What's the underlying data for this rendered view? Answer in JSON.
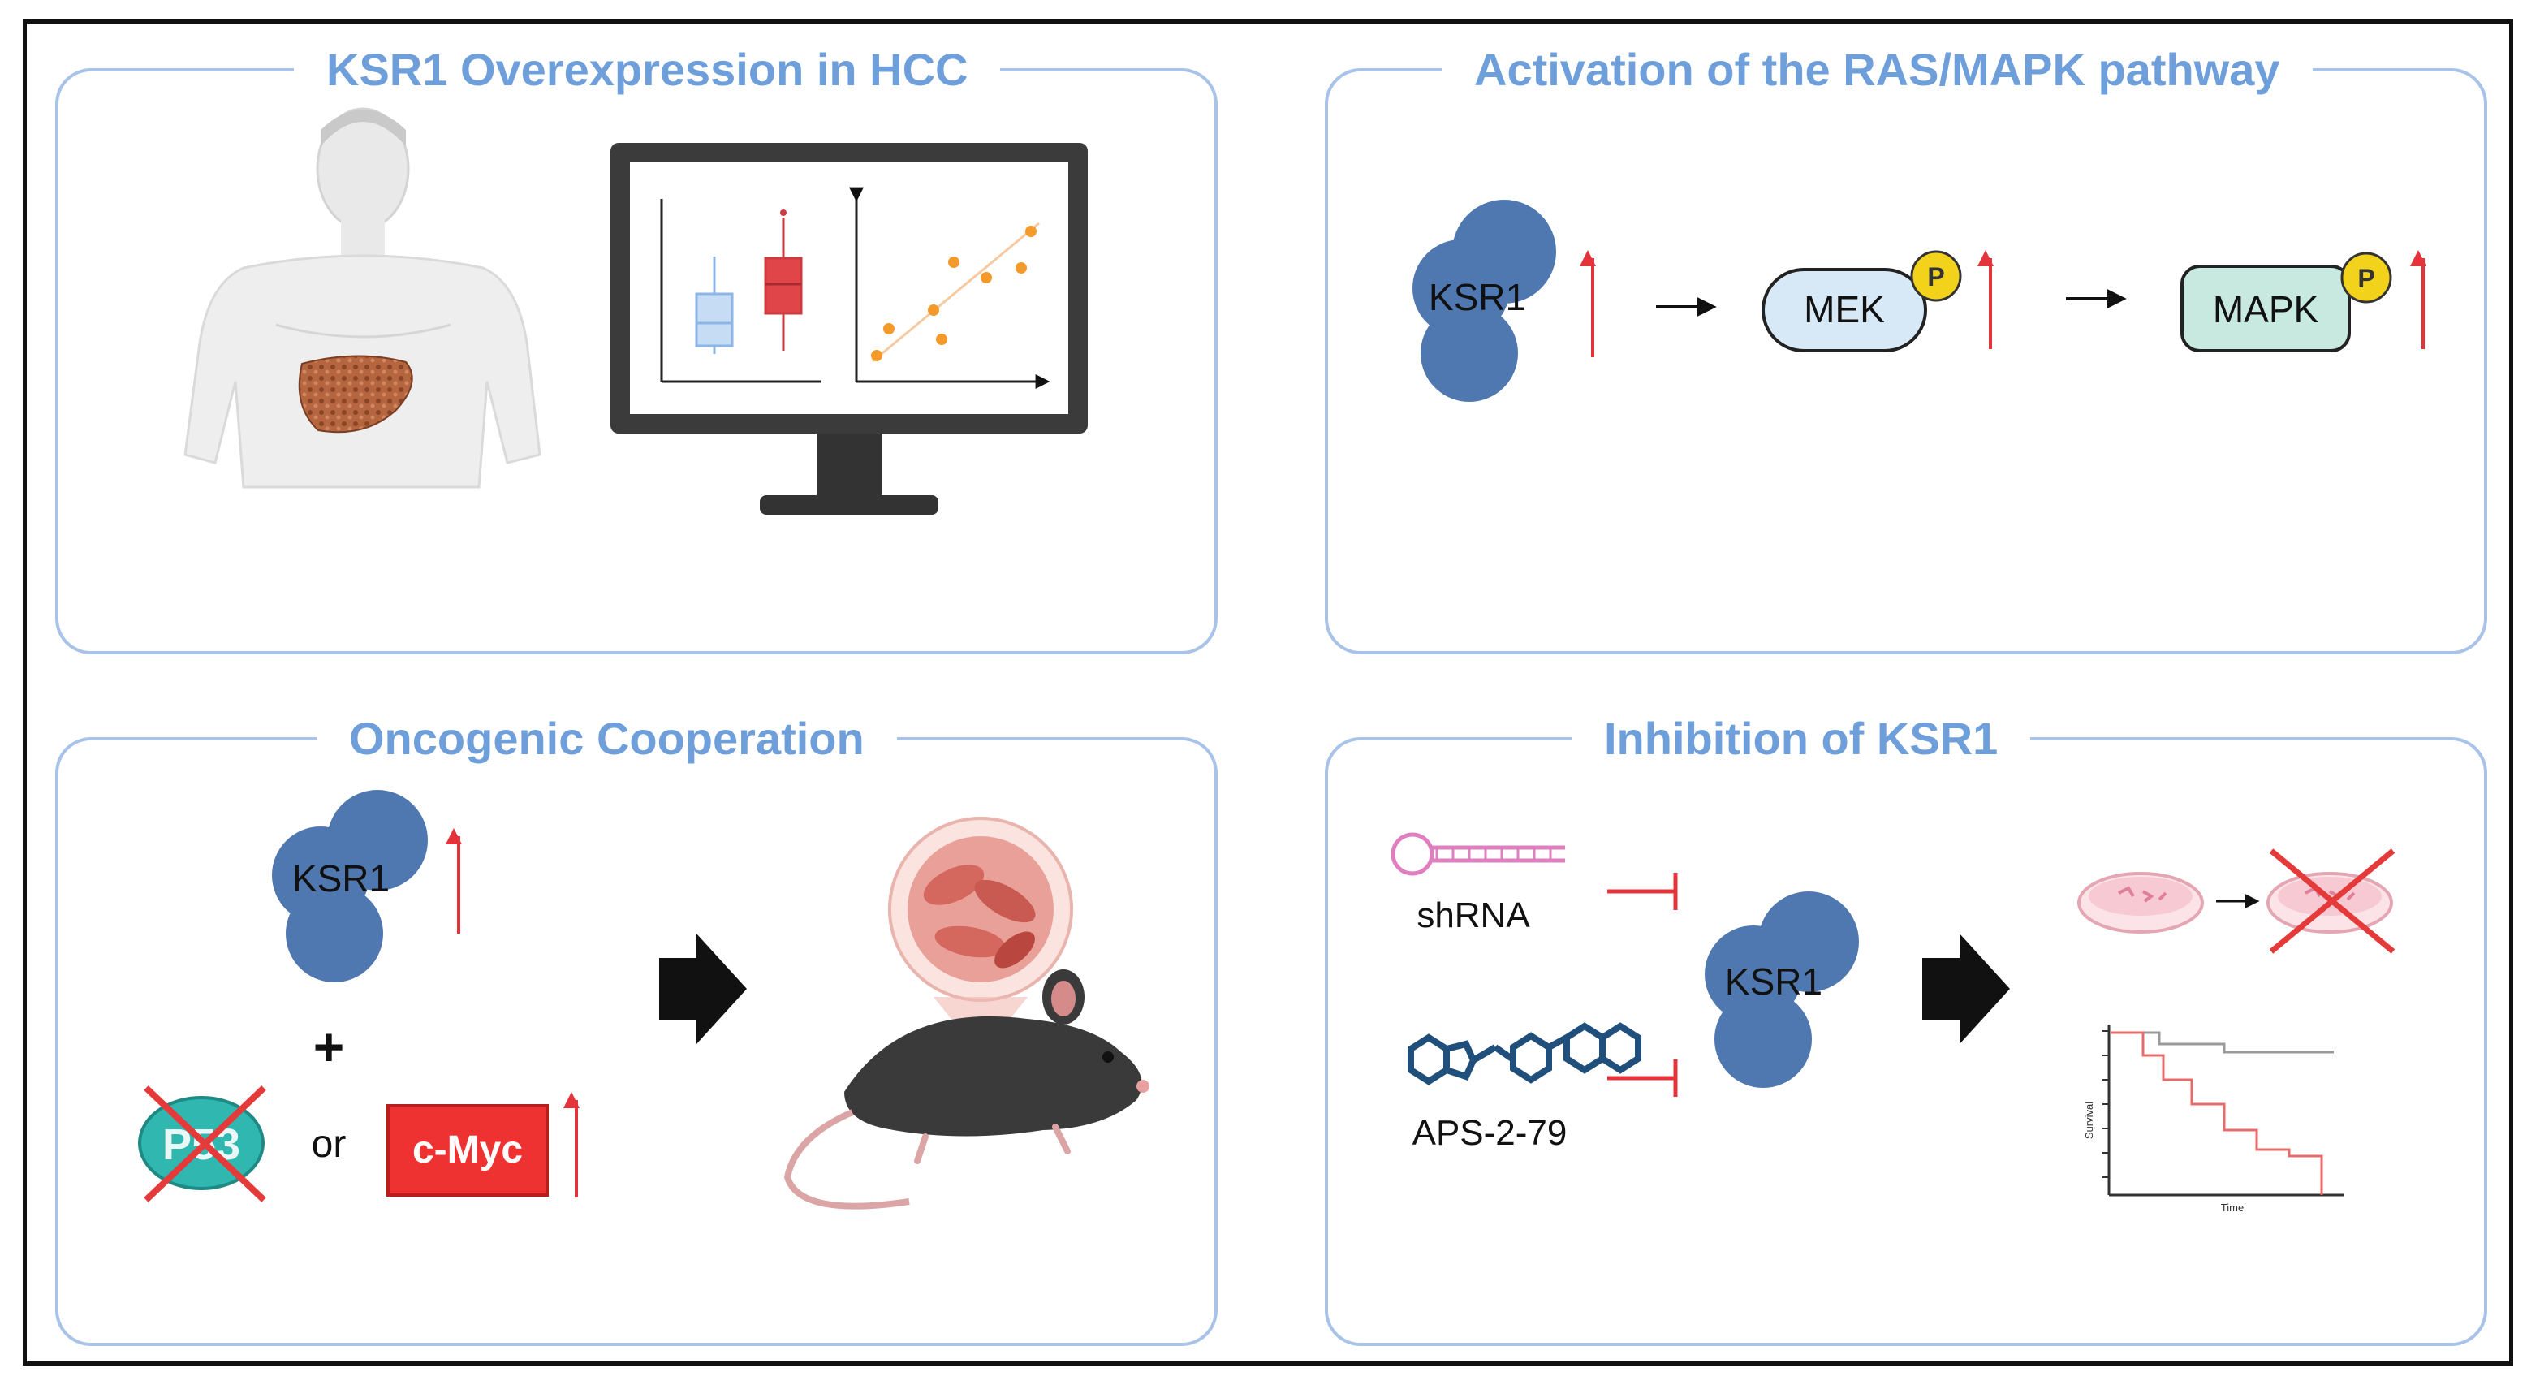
{
  "panels": {
    "top_left": {
      "title": "KSR1 Overexpression in HCC"
    },
    "top_right": {
      "title": "Activation of the RAS/MAPK pathway"
    },
    "bottom_left": {
      "title": "Oncogenic Cooperation"
    },
    "bottom_right": {
      "title": "Inhibition of KSR1"
    }
  },
  "labels": {
    "ksr1": "KSR1",
    "mek": "MEK",
    "mapk": "MAPK",
    "phospho": "P",
    "plus": "+",
    "or": "or",
    "p53": "P53",
    "cmyc": "c-Myc",
    "shrna": "shRNA",
    "drug": "APS-2-79",
    "km_ylabel": "Survival",
    "km_xlabel": "Time"
  },
  "colors": {
    "panel_border": "#a9c3e8",
    "title": "#6f9fda",
    "ksr1": "#4f78b0",
    "mek": "#d7e9f7",
    "mapk": "#c8e9df",
    "phospho": "#f3d21c",
    "up_arrow": "#e5333b",
    "cmyc": "#ee3232",
    "p53": "#2fb7b0",
    "cross": "#e53a3a",
    "drug": "#1f4f7a"
  }
}
